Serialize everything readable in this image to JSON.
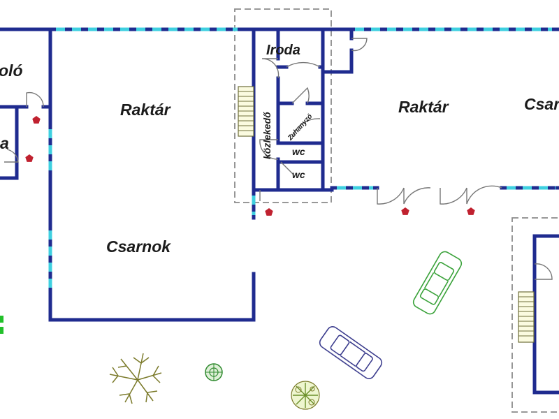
{
  "rooms": {
    "olo_cut": "oló",
    "a_cut": "a",
    "raktar_left": "Raktár",
    "csarnok_left": "Csarnok",
    "iroda": "Iroda",
    "kozlekedo": "közlekedő",
    "zuhanyzo": "Zuhanyzó",
    "wc_upper": "wc",
    "wc_lower": "wc",
    "raktar_right": "Raktár",
    "csar_cut": "Csar"
  },
  "colors": {
    "wall": "#1f2b8f",
    "window": "#3fd0e0",
    "door_mark": "#c0212f",
    "outline": "#808080",
    "car_green": "#3aa23a",
    "car_blue": "#3e3f8f",
    "tree": "#7b7a2a",
    "shrub_green": "#2f8a2f"
  },
  "icons": [
    "door-swing-icon",
    "stair-icon",
    "entrance-marker-icon",
    "car-icon",
    "tree-icon",
    "shrub-icon"
  ]
}
